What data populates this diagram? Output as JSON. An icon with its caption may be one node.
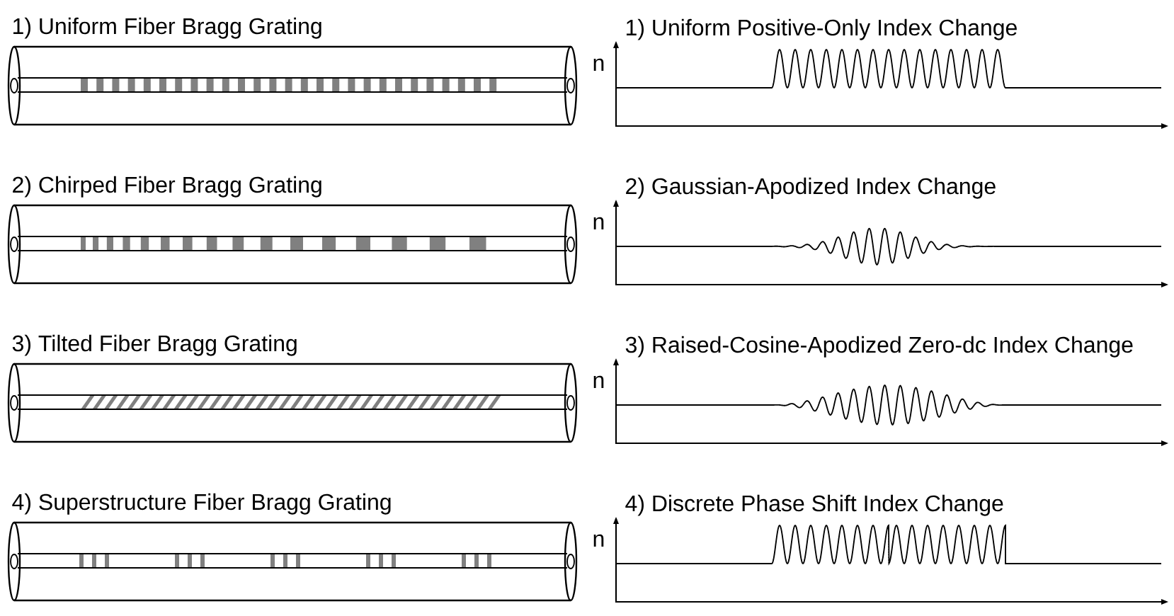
{
  "diagram": {
    "labels": [
      "1) Uniform Fiber Bragg Grating",
      "1) Uniform Positive-Only Index Change",
      "n",
      "2) Chirped Fiber Bragg Grating",
      "2) Gaussian-Apodized Index Change",
      "n",
      "3) Tilted Fiber Bragg Grating",
      "3) Raised-Cosine-Apodized Zero-dc Index Change",
      "n",
      "4) Superstructure Fiber Bragg Grating",
      "4) Discrete Phase Shift Index Change",
      "n"
    ]
  }
}
